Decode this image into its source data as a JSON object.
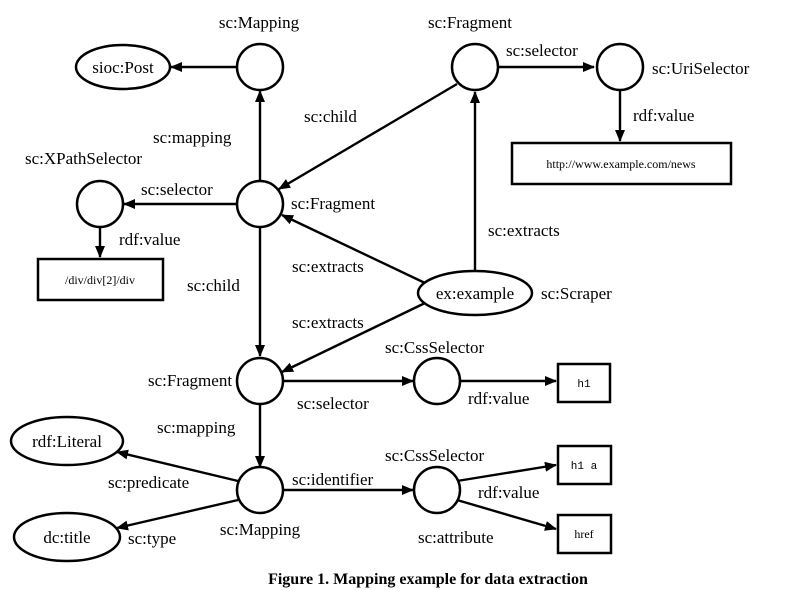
{
  "diagram": {
    "caption": "Figure 1. Mapping example for data extraction",
    "resources": {
      "sioc_post": "sioc:Post",
      "rdf_literal": "rdf:Literal",
      "dc_title": "dc:title",
      "example": "ex:example"
    },
    "literals": {
      "uri": "http://www.example.com/news",
      "xpath": "/div/div[2]/div",
      "h1": "h1",
      "h1a": "h1 a",
      "href": "href"
    },
    "types": {
      "mapping_top": "sc:Mapping",
      "fragment_top": "sc:Fragment",
      "uri_selector": "sc:UriSelector",
      "xpath_selector": "sc:XPathSelector",
      "fragment_mid": "sc:Fragment",
      "scraper": "sc:Scraper",
      "css_selector_1": "sc:CssSelector",
      "fragment_low": "sc:Fragment",
      "css_selector_2": "sc:CssSelector",
      "mapping_bottom": "sc:Mapping"
    },
    "edges": {
      "mapping_top": "sc:mapping",
      "child_top": "sc:child",
      "selector_top": "sc:selector",
      "rdf_value_uri": "rdf:value",
      "selector_xpath": "sc:selector",
      "rdf_value_xpath": "rdf:value",
      "extracts_top": "sc:extracts",
      "extracts_mid": "sc:extracts",
      "child_mid": "sc:child",
      "extracts_low": "sc:extracts",
      "selector_css": "sc:selector",
      "rdf_value_h1": "rdf:value",
      "mapping_low": "sc:mapping",
      "identifier": "sc:identifier",
      "rdf_value_h1a": "rdf:value",
      "attribute": "sc:attribute",
      "predicate": "sc:predicate",
      "type": "sc:type"
    }
  }
}
